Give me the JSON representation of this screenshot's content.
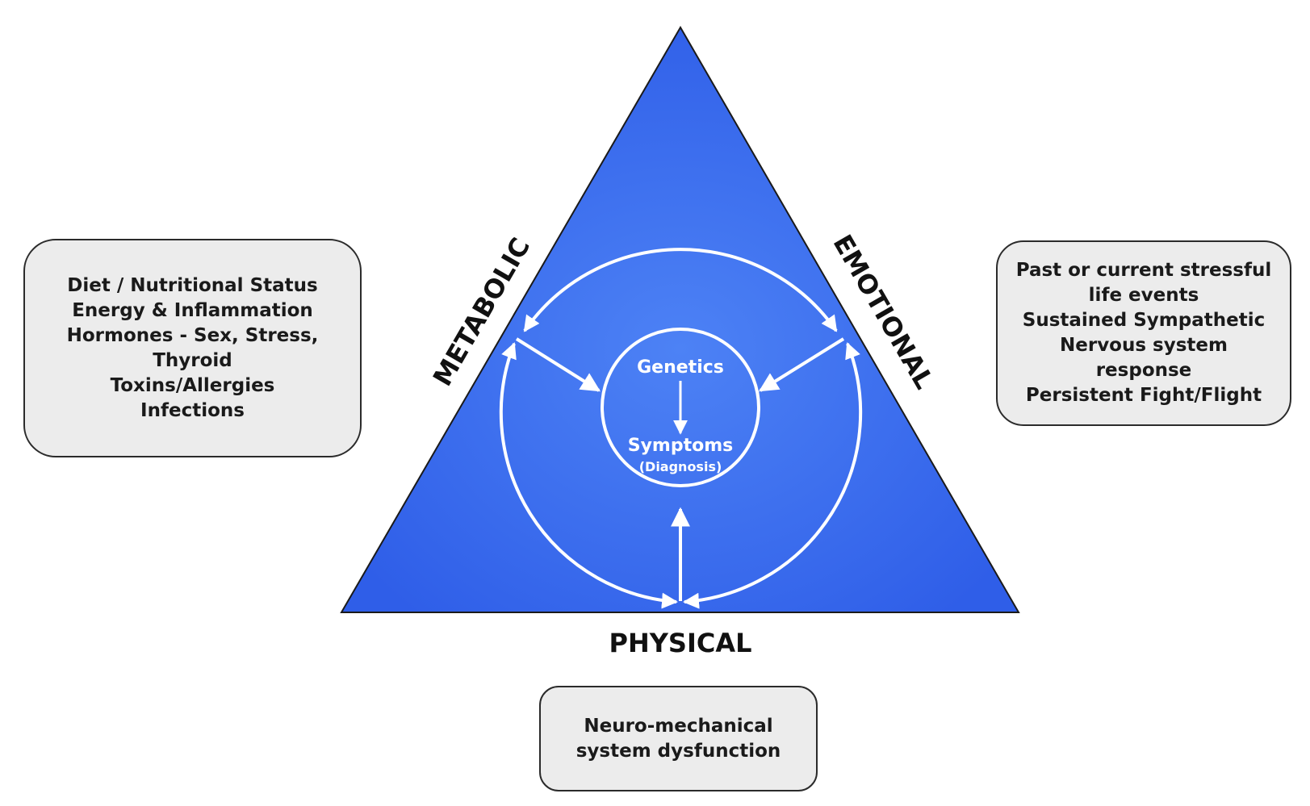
{
  "colors": {
    "triangle_center": "#4d82f5",
    "triangle_edge": "#2f5ee8",
    "line": "#ffffff",
    "label": "#111111",
    "box_fill": "#ececec",
    "box_border": "#2b2b2b"
  },
  "labels": {
    "metabolic": "METABOLIC",
    "emotional": "EMOTIONAL",
    "physical": "PHYSICAL"
  },
  "center": {
    "top": "Genetics",
    "bottom": "Symptoms",
    "bottom_sub": "(Diagnosis)"
  },
  "boxes": {
    "metabolic": {
      "lines": [
        "Diet / Nutritional Status",
        "Energy & Inflammation",
        "Hormones - Sex, Stress,",
        "Thyroid",
        "Toxins/Allergies",
        "Infections"
      ]
    },
    "emotional": {
      "lines": [
        "Past or current stressful",
        "life events",
        "Sustained Sympathetic",
        "Nervous system",
        "response",
        "Persistent Fight/Flight"
      ]
    },
    "physical": {
      "lines": [
        "Neuro-mechanical",
        "system dysfunction"
      ]
    }
  }
}
